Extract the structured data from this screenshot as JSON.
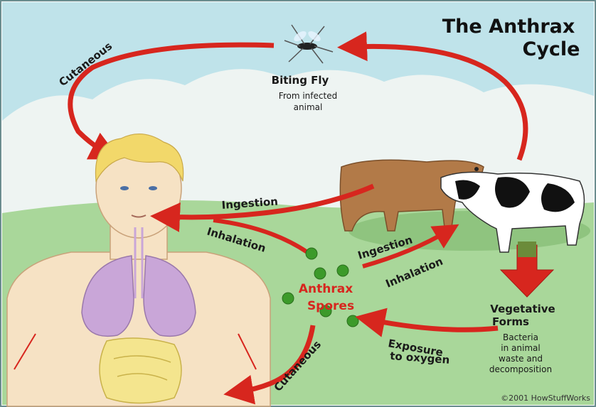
{
  "title": {
    "line1": "The Anthrax",
    "line2": "Cycle"
  },
  "biting_fly": {
    "label": "Biting Fly",
    "sub_line1": "From infected",
    "sub_line2": "animal"
  },
  "arrow_labels": {
    "cutaneous_top": "Cutaneous",
    "ingestion_cow": "Ingestion",
    "inhalation_human": "Inhalation",
    "ingestion_spores": "Ingestion",
    "inhalation_spores": "Inhalation",
    "exposure_line1": "Exposure",
    "exposure_line2": "to oxygen",
    "cutaneous_bottom": "Cutaneous"
  },
  "spores": {
    "line1": "Anthrax",
    "line2": "Spores"
  },
  "vegetative": {
    "line1": "Vegetative",
    "line2": "Forms",
    "sub_line1": "Bacteria",
    "sub_line2": "in animal",
    "sub_line3": "waste and",
    "sub_line4": "decomposition"
  },
  "credit": "©2001 HowStuffWorks",
  "colors": {
    "sky": "#bfe3ea",
    "grass": "#a9d79a",
    "arrow": "#d7261e",
    "spore": "#3c9a2a",
    "spore_text": "#d7261e",
    "skin": "#f6e2c4",
    "hair": "#f2d86a",
    "lungs": "#c9a6d8",
    "cow_brown": "#b27a48"
  }
}
